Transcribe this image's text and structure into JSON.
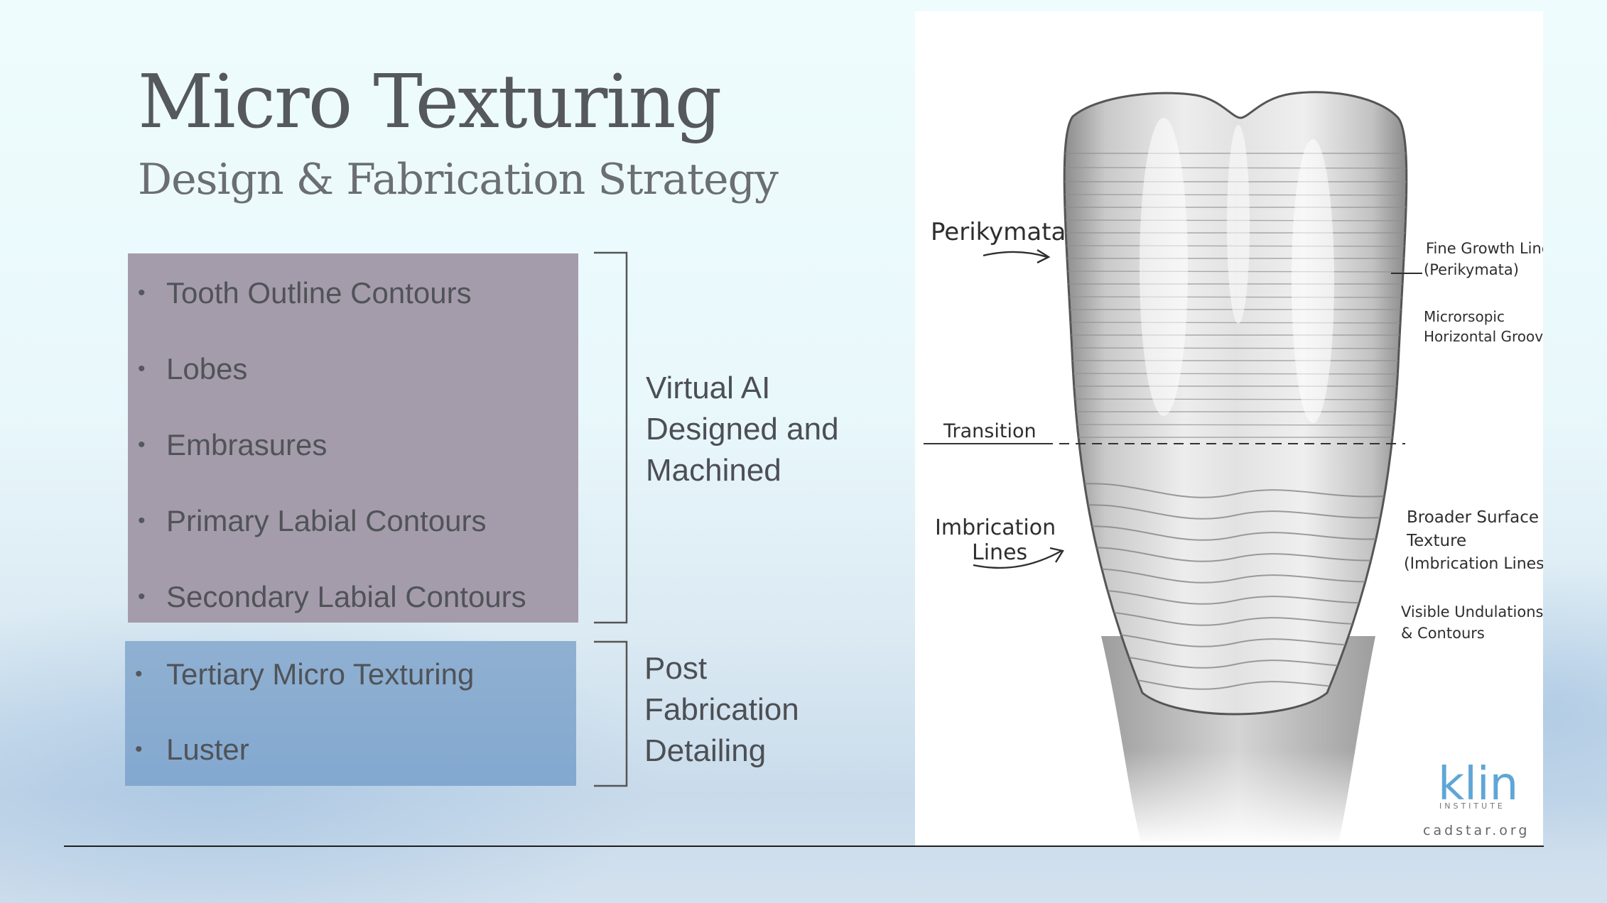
{
  "slide": {
    "title": "Micro Texturing",
    "subtitle": "Design & Fabrication Strategy"
  },
  "group_virtual": {
    "items": [
      "Tooth Outline Contours",
      "Lobes",
      "Embrasures",
      "Primary Labial Contours",
      "Secondary Labial Contours"
    ],
    "label_lines": [
      "Virtual AI",
      "Designed and",
      "Machined"
    ],
    "color": "#a59cab"
  },
  "group_post": {
    "items": [
      "Tertiary Micro Texturing",
      "Luster"
    ],
    "label_lines": [
      "Post",
      "Fabrication",
      "Detailing"
    ],
    "color": "#86aad1"
  },
  "illustration": {
    "labels": {
      "perikymata": "Perikymata",
      "transition": "Transition",
      "imbrication_1": "Imbrication",
      "imbrication_2": "Lines",
      "fine_growth_1": "Fine Growth Lines",
      "fine_growth_2": "(Perikymata)",
      "microscopic_1": "Microrsopic",
      "microscopic_2": "Horizontal Grooves",
      "broader_1": "Broader Surface",
      "broader_2": "Texture",
      "broader_3": "(Imbrication Lines)",
      "visible_1": "Visible Undulations",
      "visible_2": "& Contours"
    },
    "logo": {
      "mark": "klin",
      "sub": "INSTITUTE",
      "site": "cadstar.org",
      "color": "#5fa6d6"
    }
  }
}
